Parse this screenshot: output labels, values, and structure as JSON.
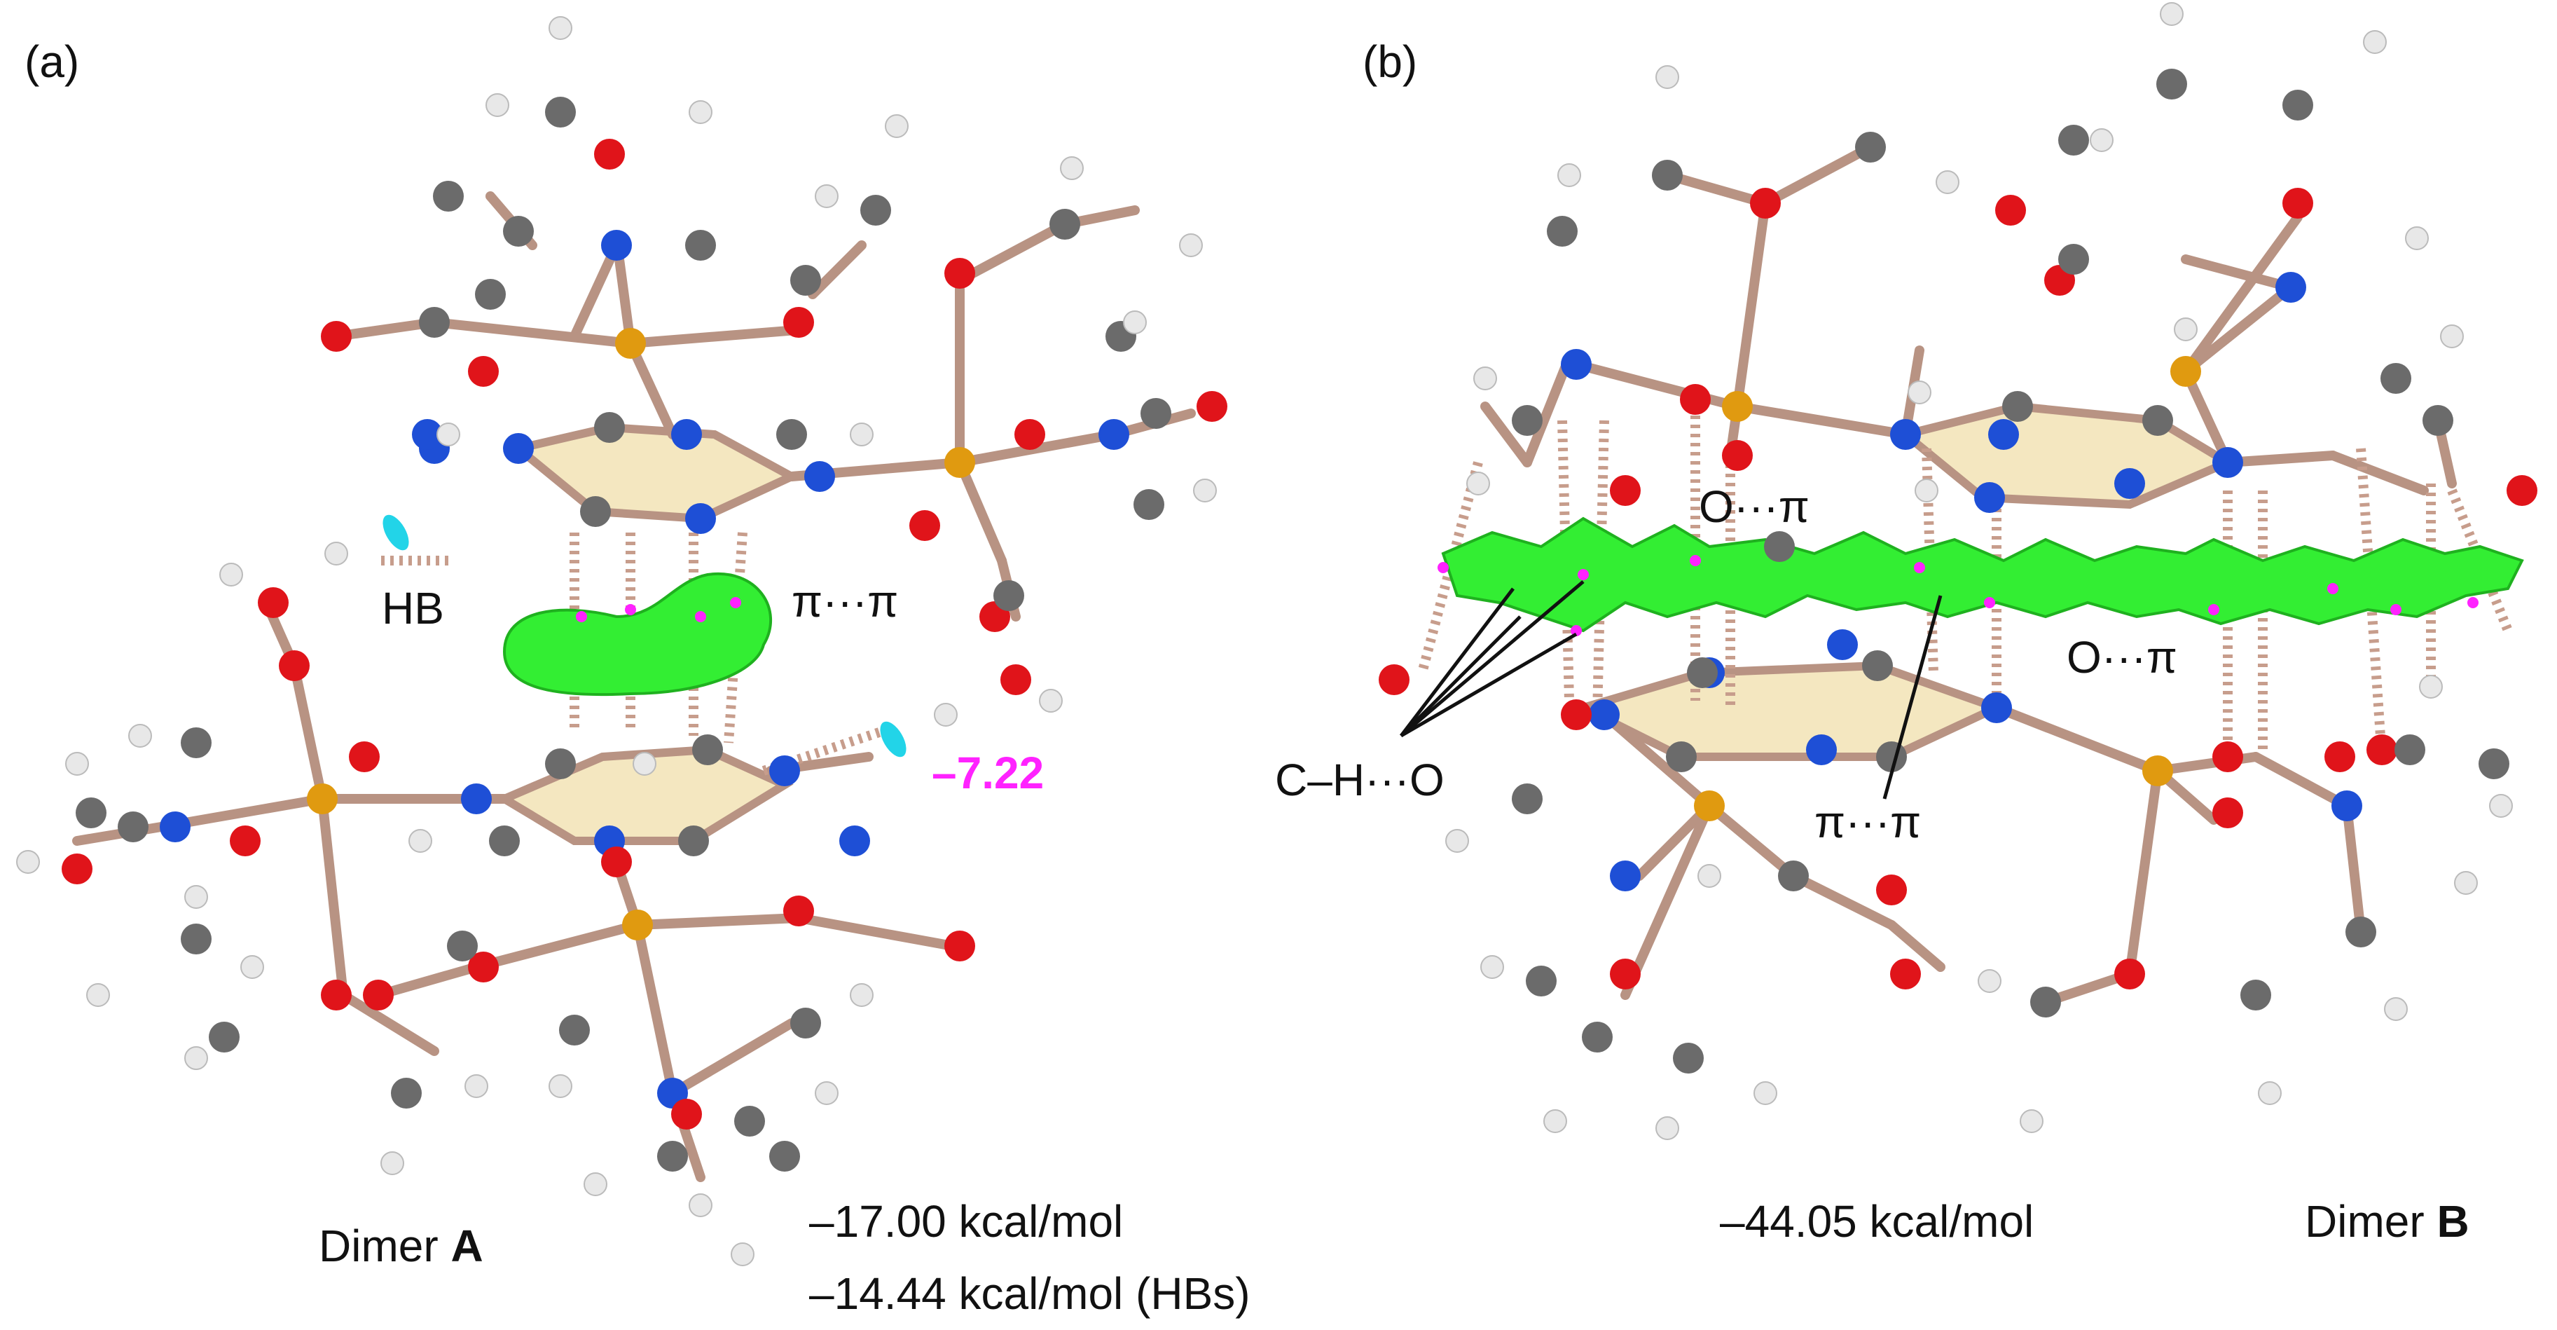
{
  "panels": [
    {
      "letter": "(a)",
      "labels": {
        "hb": "HB",
        "pipi": "π···π",
        "hb_energy": "–7.22",
        "dimer_prefix": "Dimer ",
        "dimer_letter": "A",
        "energy_total": "–17.00 kcal/mol",
        "energy_hbs": "–14.44 kcal/mol (HBs)"
      }
    },
    {
      "letter": "(b)",
      "labels": {
        "opi_1": "O···π",
        "opi_2": "O···π",
        "cho": "C–H···O",
        "pipi": "π···π",
        "energy_total": "–44.05 kcal/mol",
        "dimer_prefix": "Dimer ",
        "dimer_letter": "B"
      }
    }
  ],
  "colors": {
    "carbon": "#6b6b6b",
    "hydrogen": "#e8e8e8",
    "nitrogen": "#1e4fd6",
    "oxygen": "#e0141a",
    "metal": "#e09a10",
    "bond": "#b89383",
    "nci_surface": "#33ee33",
    "hb_surface": "#22d4e8",
    "bcp": "#ff22ff",
    "ring_fill": "#f4e7c0"
  }
}
